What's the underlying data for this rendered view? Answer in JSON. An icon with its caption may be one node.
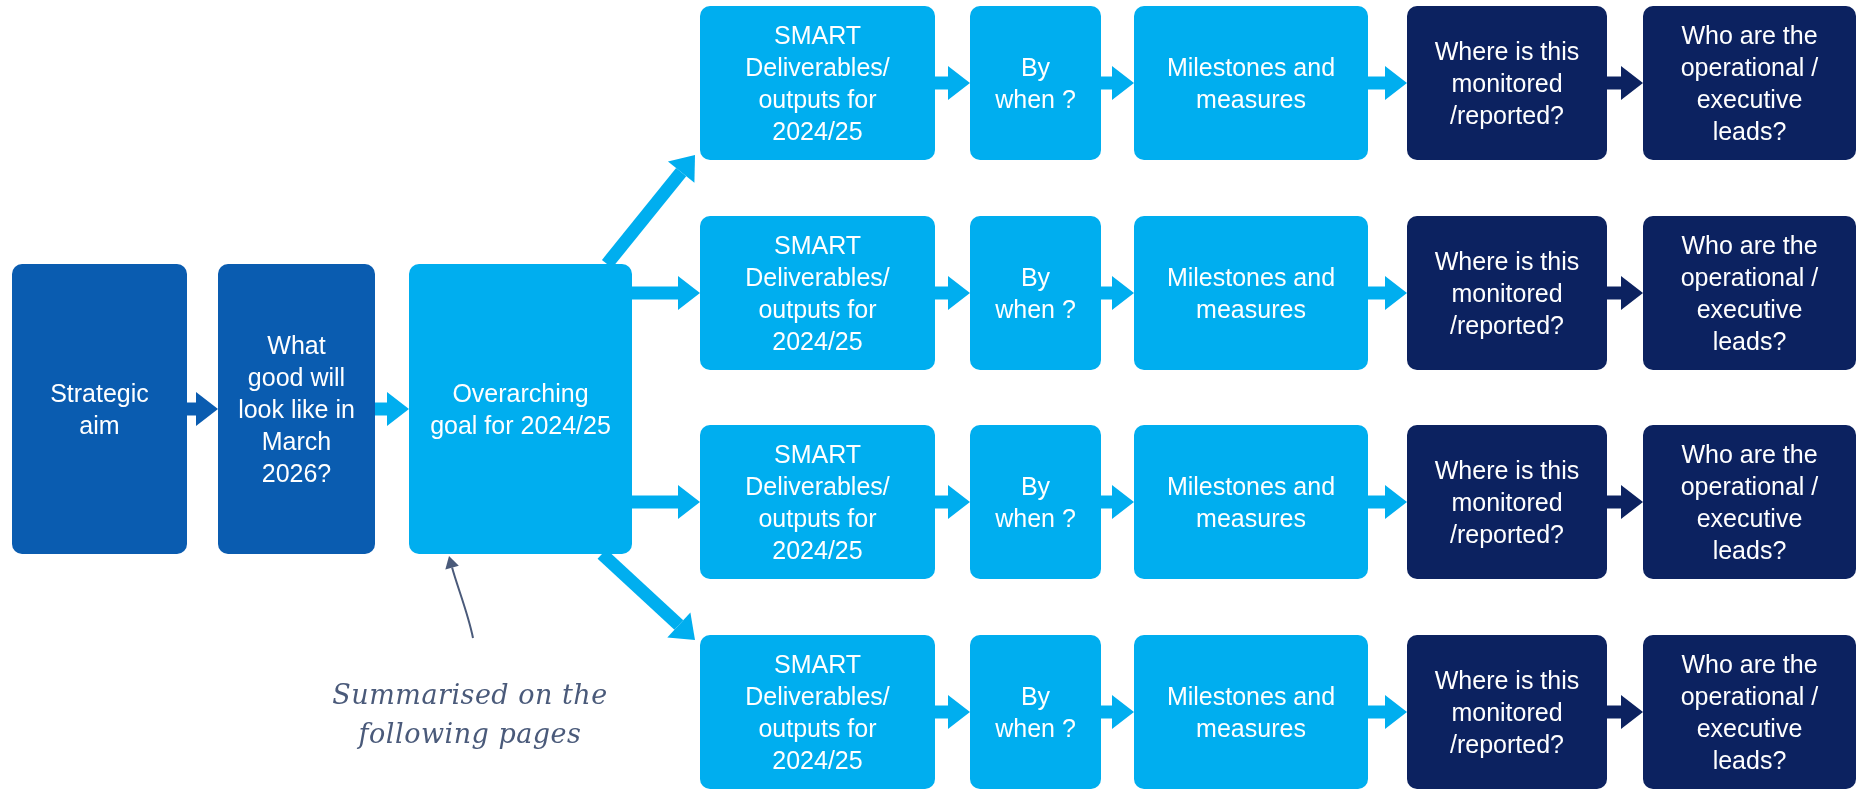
{
  "diagram": {
    "nodes": [
      {
        "text": [
          "Strategic aim"
        ]
      },
      {
        "text": [
          "What good will look like in March 2026?"
        ]
      },
      {
        "text": [
          "Overarching goal for 2024/25"
        ]
      },
      {
        "text": [
          "SMART Deliverables/ outputs for 2024/25"
        ]
      },
      {
        "text": [
          "By when ?"
        ]
      },
      {
        "text": [
          "Milestones and measures"
        ]
      },
      {
        "text": [
          "Where is this monitored /reported?"
        ]
      },
      {
        "text": [
          "Who are the operational / executive leads?"
        ]
      },
      {
        "text": [
          "SMART Deliverables/ outputs for 2024/25"
        ]
      },
      {
        "text": [
          "By when ?"
        ]
      },
      {
        "text": [
          "Milestones and measures"
        ]
      },
      {
        "text": [
          "Where is this monitored /reported?"
        ]
      },
      {
        "text": [
          "Who are the operational / executive leads?"
        ]
      },
      {
        "text": [
          "SMART Deliverables/ outputs for 2024/25"
        ]
      },
      {
        "text": [
          "By when ?"
        ]
      },
      {
        "text": [
          "Milestones and measures"
        ]
      },
      {
        "text": [
          "Where is this monitored /reported?"
        ]
      },
      {
        "text": [
          "Who are the operational / executive leads?"
        ]
      },
      {
        "text": [
          "SMART Deliverables/ outputs for 2024/25"
        ]
      },
      {
        "text": [
          "By when ?"
        ]
      },
      {
        "text": [
          "Milestones and measures"
        ]
      },
      {
        "text": [
          "Where is this monitored /reported?"
        ]
      },
      {
        "text": [
          "Who are the operational / executive leads?"
        ]
      },
      {
        "text": [
          "Summarised on the following pages"
        ]
      }
    ],
    "edges": [
      {
        "from": 0,
        "to": 1,
        "arrow": "to",
        "color": "#0a5cb0"
      },
      {
        "from": 1,
        "to": 2,
        "arrow": "to"
      },
      {
        "from": 2,
        "to": 3,
        "arrow": "to"
      },
      {
        "from": 2,
        "to": 8,
        "arrow": "to"
      },
      {
        "from": 2,
        "to": 13,
        "arrow": "to"
      },
      {
        "from": 2,
        "to": 18,
        "arrow": "to"
      },
      {
        "from": 3,
        "to": 4,
        "arrow": "to"
      },
      {
        "from": 4,
        "to": 5,
        "arrow": "to"
      },
      {
        "from": 5,
        "to": 6,
        "arrow": "to"
      },
      {
        "from": 6,
        "to": 7,
        "arrow": "to",
        "color": "#0c2260"
      },
      {
        "from": 8,
        "to": 9,
        "arrow": "to"
      },
      {
        "from": 9,
        "to": 10,
        "arrow": "to"
      },
      {
        "from": 10,
        "to": 11,
        "arrow": "to"
      },
      {
        "from": 11,
        "to": 12,
        "arrow": "to",
        "color": "#0c2260"
      },
      {
        "from": 13,
        "to": 14,
        "arrow": "to"
      },
      {
        "from": 14,
        "to": 15,
        "arrow": "to"
      },
      {
        "from": 15,
        "to": 16,
        "arrow": "to"
      },
      {
        "from": 16,
        "to": 17,
        "arrow": "to",
        "color": "#0c2260"
      },
      {
        "from": 18,
        "to": 19,
        "arrow": "to"
      },
      {
        "from": 19,
        "to": 20,
        "arrow": "to"
      },
      {
        "from": 20,
        "to": 21,
        "arrow": "to"
      },
      {
        "from": 21,
        "to": 22,
        "arrow": "to",
        "color": "#0c2260"
      },
      {
        "from": 23,
        "to": 2,
        "arrow": "to",
        "color": "#4a5a7a"
      }
    ]
  }
}
